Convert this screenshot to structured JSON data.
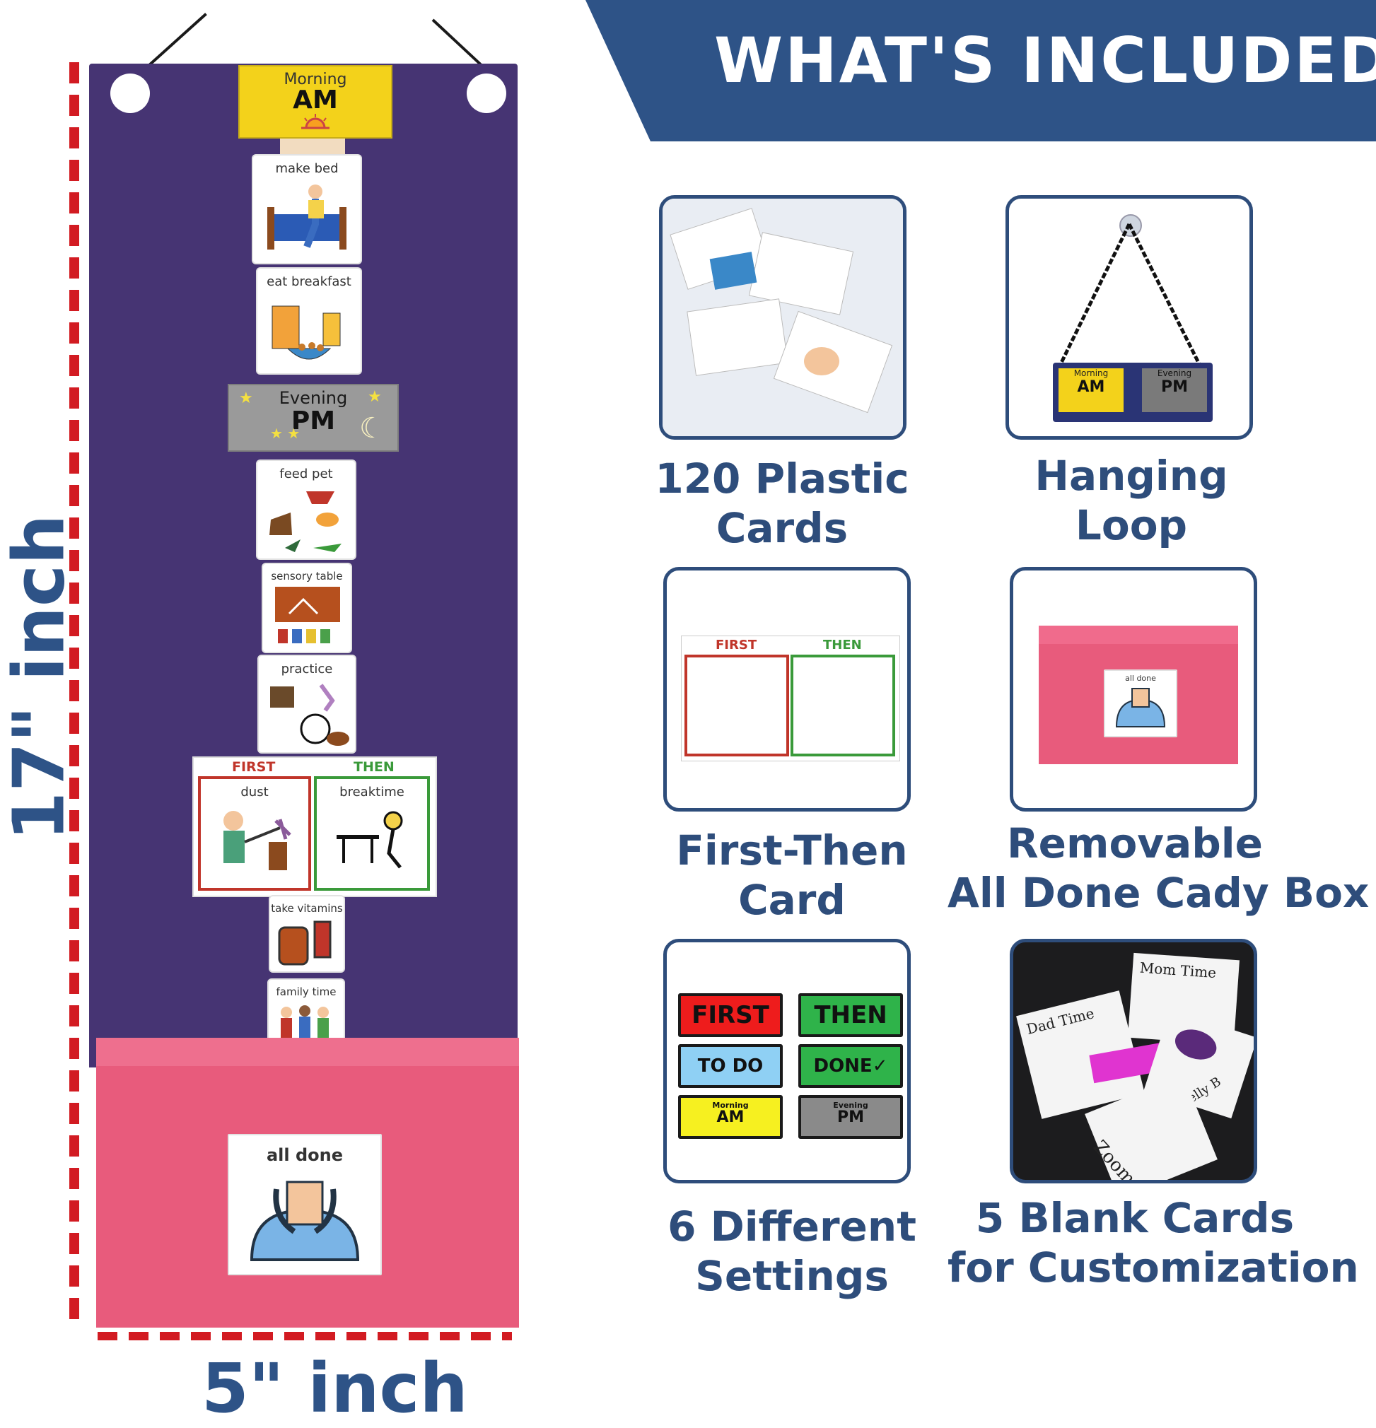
{
  "banner": {
    "title": "WHAT'S INCLUDED"
  },
  "dimensions": {
    "height": "17\" inch",
    "width": "5\" inch"
  },
  "chart": {
    "header_am": {
      "small": "Morning",
      "big": "AM"
    },
    "header_pm": {
      "small": "Evening",
      "big": "PM"
    },
    "cards": [
      {
        "label": "make bed"
      },
      {
        "label": "eat breakfast"
      },
      {
        "label": "feed pet"
      },
      {
        "label": "sensory table"
      },
      {
        "label": "practice"
      },
      {
        "label": "take vitamins"
      },
      {
        "label": "family time"
      }
    ],
    "first_then": {
      "first": "FIRST",
      "then": "THEN",
      "first_card": "dust",
      "then_card": "breaktime"
    },
    "pocket_card": "all done"
  },
  "items": [
    {
      "caption_1": "120 Plastic",
      "caption_2": "Cards"
    },
    {
      "caption_1": "Hanging",
      "caption_2": "Loop",
      "am_small": "Morning",
      "am_big": "AM",
      "pm_small": "Evening",
      "pm_big": "PM"
    },
    {
      "caption_1": "First-Then",
      "caption_2": "Card",
      "first": "FIRST",
      "then": "THEN"
    },
    {
      "caption_1": "Removable",
      "caption_2": "All Done Cady Box",
      "card": "all done"
    },
    {
      "caption_1": "6 Different",
      "caption_2": "Settings",
      "first": "FIRST",
      "then": "THEN",
      "todo": "TO DO",
      "done": "DONE",
      "am_small": "Morning",
      "am_big": "AM",
      "pm_small": "Evening",
      "pm_big": "PM"
    },
    {
      "caption_1": "5 Blank Cards",
      "caption_2": "for Customization",
      "cards": [
        "Mom Time",
        "Dad Time",
        "Zoom",
        "Jelly B"
      ]
    }
  ],
  "colors": {
    "brand": "#2e5387",
    "panel": "#463473",
    "pocket": "#e85b7c",
    "dimension": "#d21b22"
  }
}
